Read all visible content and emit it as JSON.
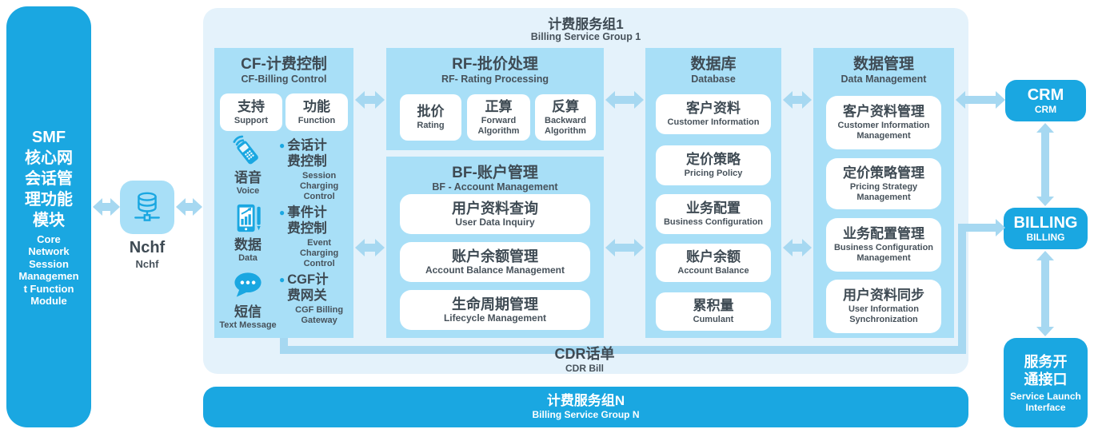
{
  "colors": {
    "accent": "#1AA7E1",
    "panel": "#A8DFF7",
    "outer": "#E4F2FB",
    "arrow": "#A6D8F1",
    "text_dark": "#3E4A53",
    "text_sub": "#47525B"
  },
  "smf": {
    "cn": "SMF\n核心网\n会话管\n理功能\n模块",
    "en": "Core\nNetwork\nSession\nManagemen\nt Function\nModule"
  },
  "nchf": {
    "cn": "Nchf",
    "en": "Nchf"
  },
  "group1": {
    "cn": "计费服务组1",
    "en": "Billing Service Group 1"
  },
  "cf": {
    "title_cn": "CF-计费控制",
    "title_en": "CF-Billing Control",
    "chips": [
      {
        "cn": "支持",
        "en": "Support"
      },
      {
        "cn": "功能",
        "en": "Function"
      }
    ],
    "rows": [
      {
        "icon": "voice-phone-icon",
        "cn": "语音",
        "en": "Voice",
        "bullet_cn": "会话计\n费控制",
        "bullet_en": "Session Charging Control"
      },
      {
        "icon": "data-device-icon",
        "cn": "数据",
        "en": "Data",
        "bullet_cn": "事件计\n费控制",
        "bullet_en": "Event Charging Control"
      },
      {
        "icon": "sms-bubble-icon",
        "cn": "短信",
        "en": "Text Message",
        "bullet_cn": "CGF计\n费网关",
        "bullet_en": "CGF Billing Gateway"
      }
    ]
  },
  "rf": {
    "title_cn": "RF-批价处理",
    "title_en": "RF- Rating Processing",
    "boxes": [
      {
        "cn": "批价",
        "en": "Rating"
      },
      {
        "cn": "正算",
        "en": "Forward Algorithm"
      },
      {
        "cn": "反算",
        "en": "Backward Algorithm"
      }
    ]
  },
  "bf": {
    "title_cn": "BF-账户管理",
    "title_en": "BF - Account Management",
    "boxes": [
      {
        "cn": "用户资料查询",
        "en": "User Data Inquiry"
      },
      {
        "cn": "账户余额管理",
        "en": "Account Balance Management"
      },
      {
        "cn": "生命周期管理",
        "en": "Lifecycle Management"
      }
    ]
  },
  "database": {
    "title_cn": "数据库",
    "title_en": "Database",
    "boxes": [
      {
        "cn": "客户资料",
        "en": "Customer Information"
      },
      {
        "cn": "定价策略",
        "en": "Pricing Policy"
      },
      {
        "cn": "业务配置",
        "en": "Business Configuration"
      },
      {
        "cn": "账户余额",
        "en": "Account Balance"
      },
      {
        "cn": "累积量",
        "en": "Cumulant"
      }
    ]
  },
  "datamgmt": {
    "title_cn": "数据管理",
    "title_en": "Data Management",
    "boxes": [
      {
        "cn": "客户资料管理",
        "en": "Customer Information Management"
      },
      {
        "cn": "定价策略管理",
        "en": "Pricing Strategy Management"
      },
      {
        "cn": "业务配置管理",
        "en": "Business Configuration Management"
      },
      {
        "cn": "用户资料同步",
        "en": "User Information Synchronization"
      }
    ]
  },
  "crm": {
    "cn": "CRM",
    "en": "CRM"
  },
  "billing": {
    "cn": "BILLING",
    "en": "BILLING"
  },
  "service": {
    "cn": "服务开\n通接口",
    "en": "Service Launch Interface"
  },
  "cdr": {
    "cn": "CDR话单",
    "en": "CDR Bill"
  },
  "groupN": {
    "cn": "计费服务组N",
    "en": "Billing Service Group N"
  }
}
